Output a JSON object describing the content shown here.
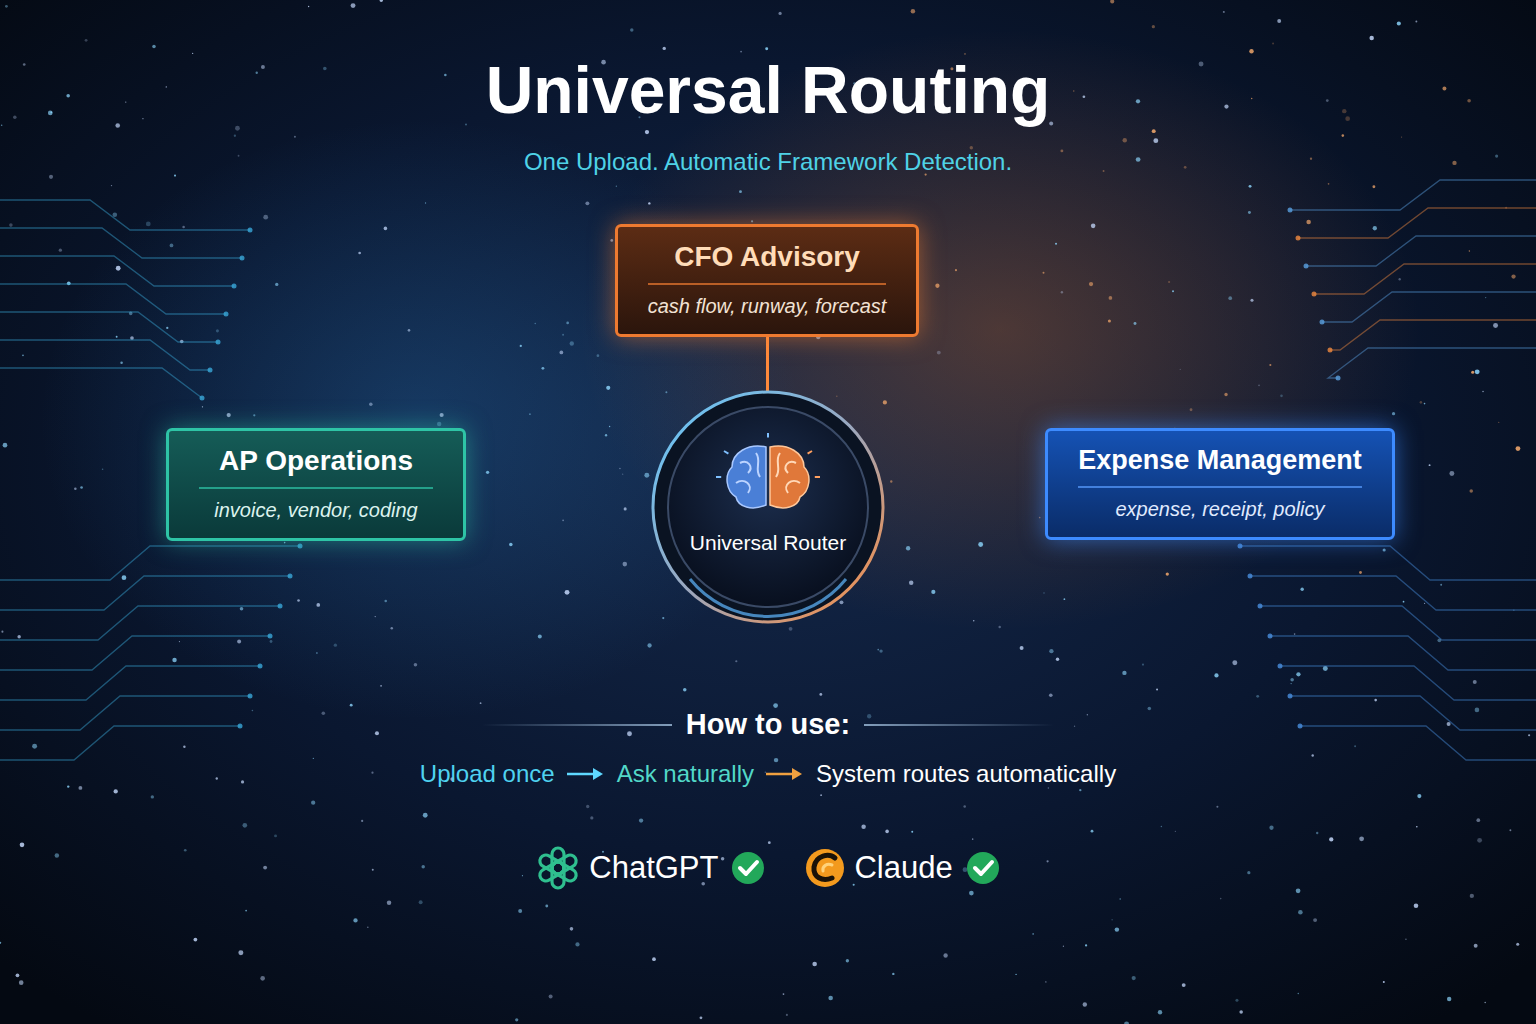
{
  "diagram": {
    "title": "Universal Routing",
    "nodes": [
      {
        "text": [
          "CFO Advisory",
          "cash flow, runway, forecast"
        ]
      },
      {
        "text": [
          "AP Operations",
          "invoice, vendor, coding"
        ]
      },
      {
        "text": [
          "Universal Router"
        ]
      },
      {
        "text": [
          "Expense Management",
          "expense, receipt, policy"
        ]
      }
    ],
    "edges": [
      {
        "from": 2,
        "to": 0,
        "arrow": "to"
      },
      {
        "from": 2,
        "to": 1,
        "arrow": "to"
      },
      {
        "from": 2,
        "to": 3,
        "arrow": "to"
      }
    ],
    "labels": [
      "One Upload. Automatic Framework Detection.",
      "How to use:",
      "Upload once",
      "Ask naturally",
      "System routes automatically",
      "ChatGPT",
      "Claude"
    ]
  }
}
